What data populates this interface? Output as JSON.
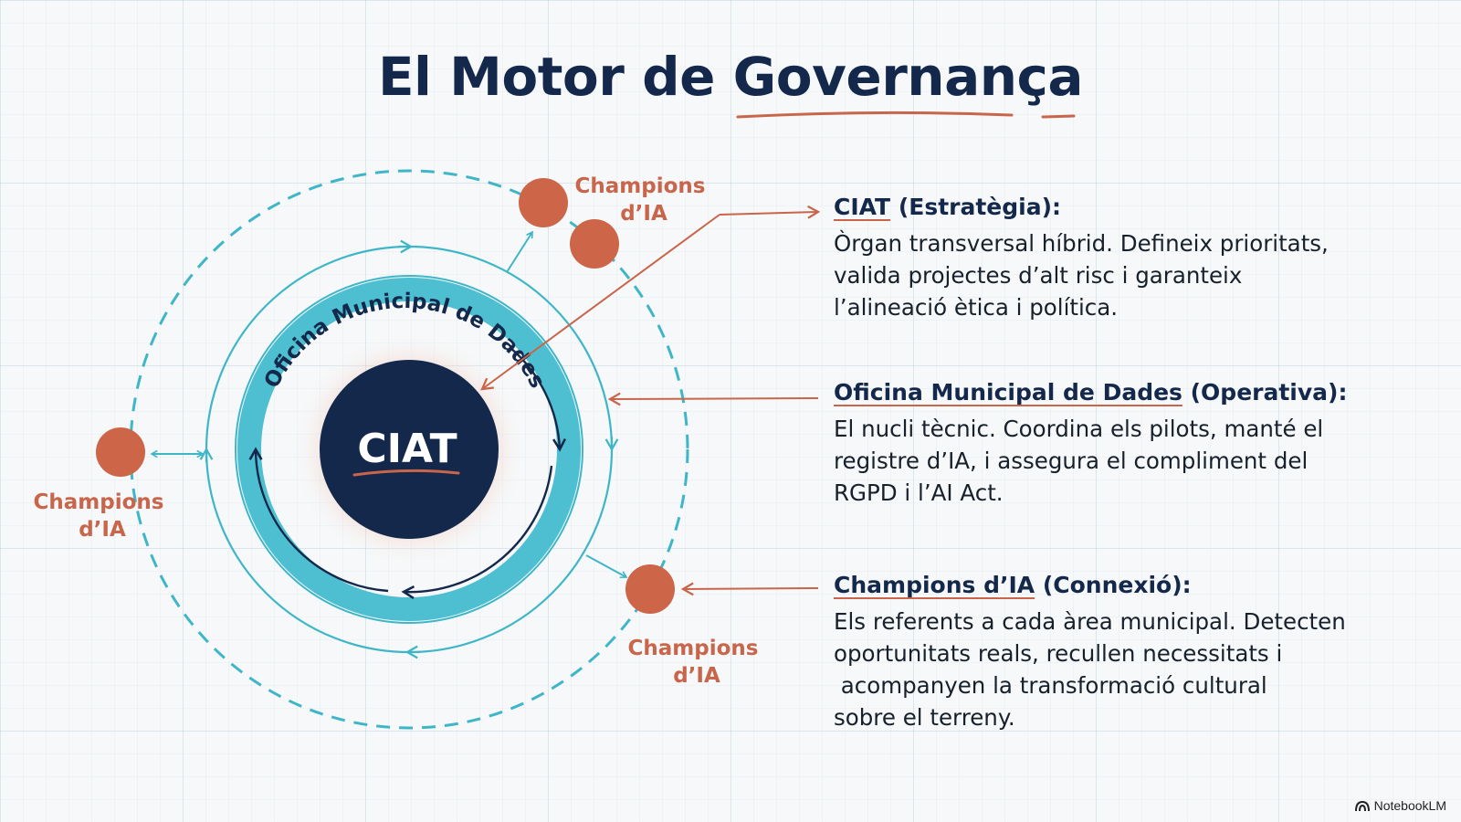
{
  "title": "El Motor de Governança",
  "diagram": {
    "core_label": "CIAT",
    "ring_label": "Oficina Municipal de Dades",
    "champions_label_line1": "Champions",
    "champions_label_line2": "d’IA"
  },
  "legend": [
    {
      "heading_main": "CIAT",
      "heading_rest": " (Estratègia):",
      "lines": [
        "Òrgan transversal híbrid. Defineix prioritats,",
        "valida projectes d’alt risc i garanteix",
        "l’alineació ètica i política."
      ]
    },
    {
      "heading_main": "Oficina Municipal de Dades",
      "heading_rest": " (Operativa):",
      "lines": [
        "El nucli tècnic. Coordina els pilots, manté el",
        "registre d’IA, i assegura el compliment del",
        "RGPD i l’AI Act."
      ]
    },
    {
      "heading_main": "Champions d’IA",
      "heading_rest": " (Connexió):",
      "lines": [
        "Els referents a cada àrea municipal. Detecten",
        "oportunitats reals, recullen necessitats i",
        " acompanyen la transformació cultural",
        "sobre el terreny."
      ]
    }
  ],
  "brand": "NotebookLM",
  "colors": {
    "navy": "#13284b",
    "teal": "#3fb6c8",
    "accent": "#c8654a"
  }
}
